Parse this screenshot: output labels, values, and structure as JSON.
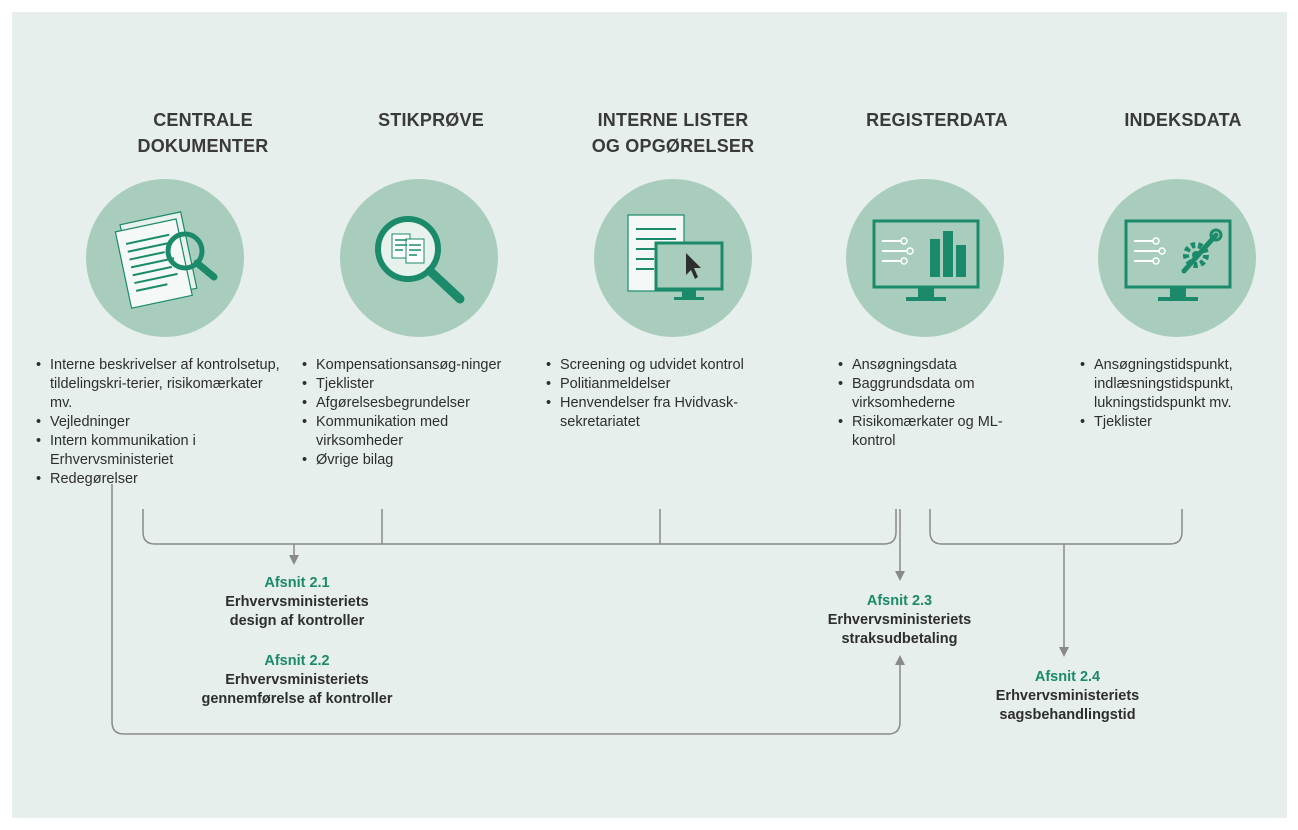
{
  "columns": [
    {
      "title": "CENTRALE\nDOKUMENTER",
      "icon": "document-magnifier-icon",
      "bullets": [
        "Interne beskrivelser af kontrolsetup, tildelingskri-terier,  risikomærkater mv.",
        "Vejledninger",
        "Intern kommunikation i Erhvervsministeriet",
        "Redegørelser"
      ]
    },
    {
      "title": "STIKPRØVE",
      "icon": "magnifier-documents-icon",
      "bullets": [
        "Kompensationsansøg-ninger",
        "Tjeklister",
        "Afgørelsesbegrundelser",
        "Kommunikation med virksomheder",
        "Øvrige bilag"
      ]
    },
    {
      "title": "INTERNE LISTER\nOG OPGØRELSER",
      "icon": "document-monitor-icon",
      "bullets": [
        "Screening og udvidet kontrol",
        "Politianmeldelser",
        "Henvendelser fra Hvidvask-sekretariatet"
      ]
    },
    {
      "title": "REGISTERDATA",
      "icon": "monitor-bar-chart-icon",
      "bullets": [
        "Ansøgningsdata",
        "Baggrundsdata om virksomhederne",
        "Risikomærkater og ML-kontrol"
      ]
    },
    {
      "title": "INDEKSDATA",
      "icon": "monitor-gear-icon",
      "bullets": [
        "Ansøgningstidspunkt, indlæsningstidspunkt, lukningstidspunkt mv.",
        "Tjeklister"
      ]
    }
  ],
  "sections": [
    {
      "label": "Afsnit 2.1",
      "text": "Erhvervsministeriets\ndesign af kontroller"
    },
    {
      "label": "Afsnit 2.2",
      "text": "Erhvervsministeriets\ngennemførelse af kontroller"
    },
    {
      "label": "Afsnit 2.3",
      "text": "Erhvervsministeriets\nstraksudbetaling"
    },
    {
      "label": "Afsnit 2.4",
      "text": "Erhvervsministeriets\nsagsbehandlingstid"
    }
  ],
  "colors": {
    "panel": "#e6efeb",
    "circle": "#a9cdbd",
    "icon_primary": "#1a8a6a",
    "section_label": "#1a8a6a",
    "connector": "#8a8a8a"
  }
}
